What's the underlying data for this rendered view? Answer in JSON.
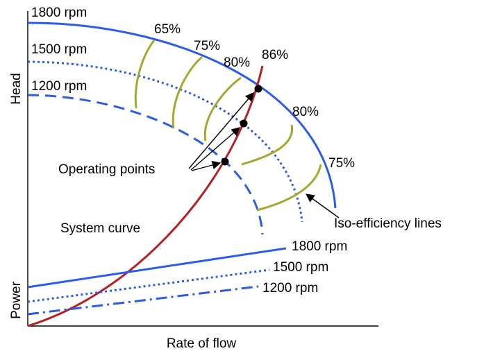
{
  "axes": {
    "x_label": "Rate of flow",
    "y_label_top": "Head",
    "y_label_bottom": "Power"
  },
  "head_curves": [
    {
      "label": "1800 rpm",
      "style": "solid"
    },
    {
      "label": "1500 rpm",
      "style": "dotted"
    },
    {
      "label": "1200 rpm",
      "style": "dashed"
    }
  ],
  "power_curves": [
    {
      "label": "1800 rpm",
      "style": "solid"
    },
    {
      "label": "1500 rpm",
      "style": "dotted"
    },
    {
      "label": "1200 rpm",
      "style": "dashdot"
    }
  ],
  "efficiency_labels": [
    "65%",
    "75%",
    "80%",
    "86%",
    "80%",
    "75%"
  ],
  "annotations": {
    "operating_points": "Operating points",
    "system_curve": "System curve",
    "iso_efficiency": "Iso-efficiency lines"
  },
  "colors": {
    "pump_curve": "#2b5ce6",
    "system_curve": "#b22222",
    "iso_line": "#a3a830",
    "point": "#000000"
  }
}
